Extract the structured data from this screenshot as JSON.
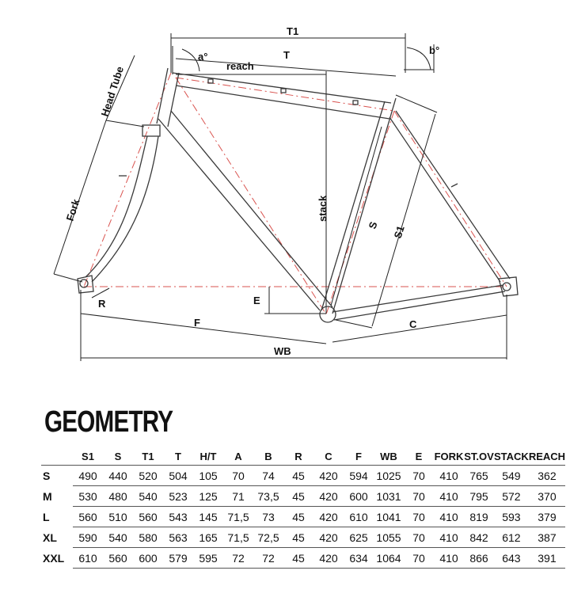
{
  "diagram": {
    "labels": {
      "t1": "T1",
      "t": "T",
      "reach": "reach",
      "a": "a°",
      "b": "b°",
      "head_tube": "Head Tube",
      "fork": "Fork",
      "stack": "stack",
      "s": "S",
      "s1": "S1",
      "e": "E",
      "r": "R",
      "f": "F",
      "c": "C",
      "wb": "WB"
    }
  },
  "geometry": {
    "title": "GEOMETRY",
    "columns": [
      "S1",
      "S",
      "T1",
      "T",
      "H/T",
      "A",
      "B",
      "R",
      "C",
      "F",
      "WB",
      "E",
      "FORK",
      "ST.OV",
      "STACK",
      "REACH"
    ],
    "rows": [
      {
        "size": "S",
        "values": [
          "490",
          "440",
          "520",
          "504",
          "105",
          "70",
          "74",
          "45",
          "420",
          "594",
          "1025",
          "70",
          "410",
          "765",
          "549",
          "362"
        ]
      },
      {
        "size": "M",
        "values": [
          "530",
          "480",
          "540",
          "523",
          "125",
          "71",
          "73,5",
          "45",
          "420",
          "600",
          "1031",
          "70",
          "410",
          "795",
          "572",
          "370"
        ]
      },
      {
        "size": "L",
        "values": [
          "560",
          "510",
          "560",
          "543",
          "145",
          "71,5",
          "73",
          "45",
          "420",
          "610",
          "1041",
          "70",
          "410",
          "819",
          "593",
          "379"
        ]
      },
      {
        "size": "XL",
        "values": [
          "590",
          "540",
          "580",
          "563",
          "165",
          "71,5",
          "72,5",
          "45",
          "420",
          "625",
          "1055",
          "70",
          "410",
          "842",
          "612",
          "387"
        ]
      },
      {
        "size": "XXL",
        "values": [
          "610",
          "560",
          "600",
          "579",
          "595",
          "72",
          "72",
          "45",
          "420",
          "634",
          "1064",
          "70",
          "410",
          "866",
          "643",
          "391"
        ]
      }
    ]
  }
}
